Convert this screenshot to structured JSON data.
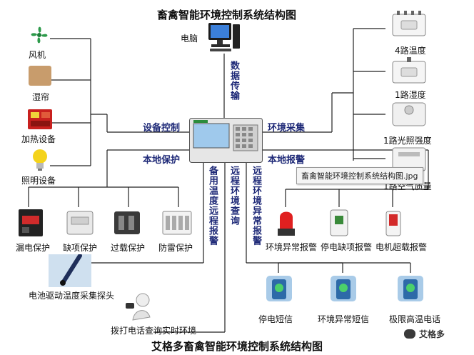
{
  "title": "畜禽智能环境控制系统结构图",
  "caption": "艾格多畜禽智能环境控制系统结构图",
  "tooltip": "畜禽智能环境控制系统结构图.jpg",
  "brand": "艾格多",
  "computer_label": "电脑",
  "sections": {
    "device_control": "设备控制",
    "env_collect": "环境采集",
    "local_protect": "本地保护",
    "local_alarm": "本地报警",
    "data_transfer": "数据传输",
    "backup_alarm": "备用温度远程报警",
    "remote_query": "远程环境查询",
    "remote_alarm": "远程环境异常报警"
  },
  "left_devices": [
    "风机",
    "湿帘",
    "加热设备",
    "照明设备"
  ],
  "right_sensors": [
    "4路温度",
    "1路湿度",
    "1路光照强度",
    "1路空气质量"
  ],
  "protections": [
    "漏电保护",
    "缺项保护",
    "过载保护",
    "防雷保护"
  ],
  "probe_label": "电池驱动温度采集探头",
  "phone_label": "拨打电话查询实时环境",
  "alarms": [
    "环境异常报警",
    "停电缺项报警",
    "电机超载报警"
  ],
  "messages": [
    "停电短信",
    "环境异常短信",
    "极限高温电话"
  ],
  "icons": {
    "computer": "desktop-computer-icon",
    "controller": "controller-panel-icon",
    "fan": "fan-icon",
    "pad": "wet-curtain-icon",
    "heater": "heater-icon",
    "bulb": "light-bulb-icon",
    "sensor": "sensor-box-icon",
    "breaker": "breaker-icon",
    "probe": "temperature-probe-icon",
    "person_phone": "person-phone-icon",
    "alarm_light": "alarm-light-icon",
    "sms": "sms-phone-icon"
  }
}
